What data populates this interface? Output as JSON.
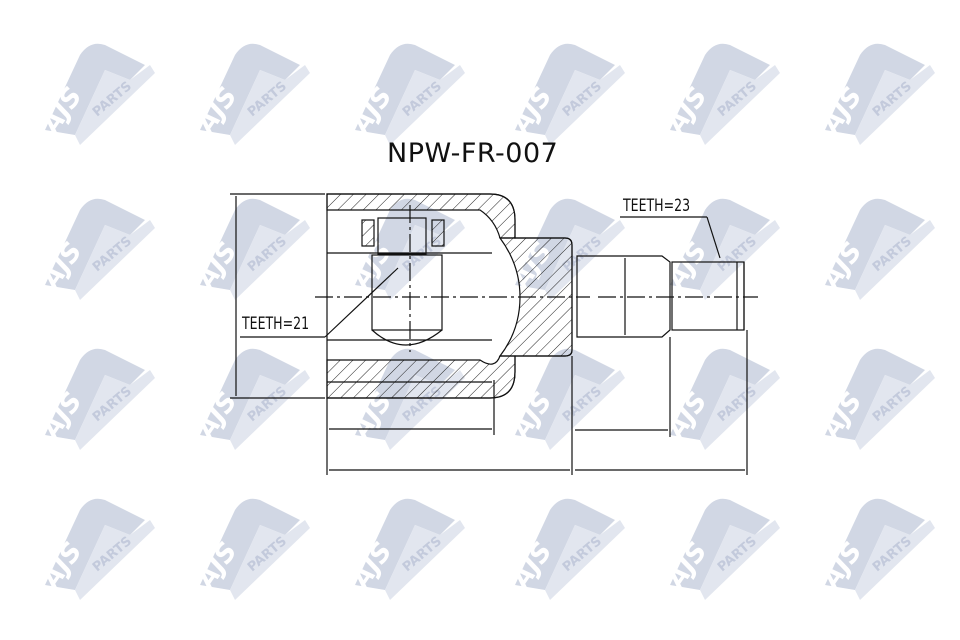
{
  "drawing": {
    "part_number": "NPW-FR-007",
    "labels": {
      "teeth_inner": "TEETH=21",
      "teeth_outer": "TEETH=23"
    },
    "watermark": {
      "brand": "AJS",
      "suffix": "PARTS",
      "color": "#b9c1d6"
    },
    "line_color": "#111111",
    "hatch_color": "#222222"
  }
}
